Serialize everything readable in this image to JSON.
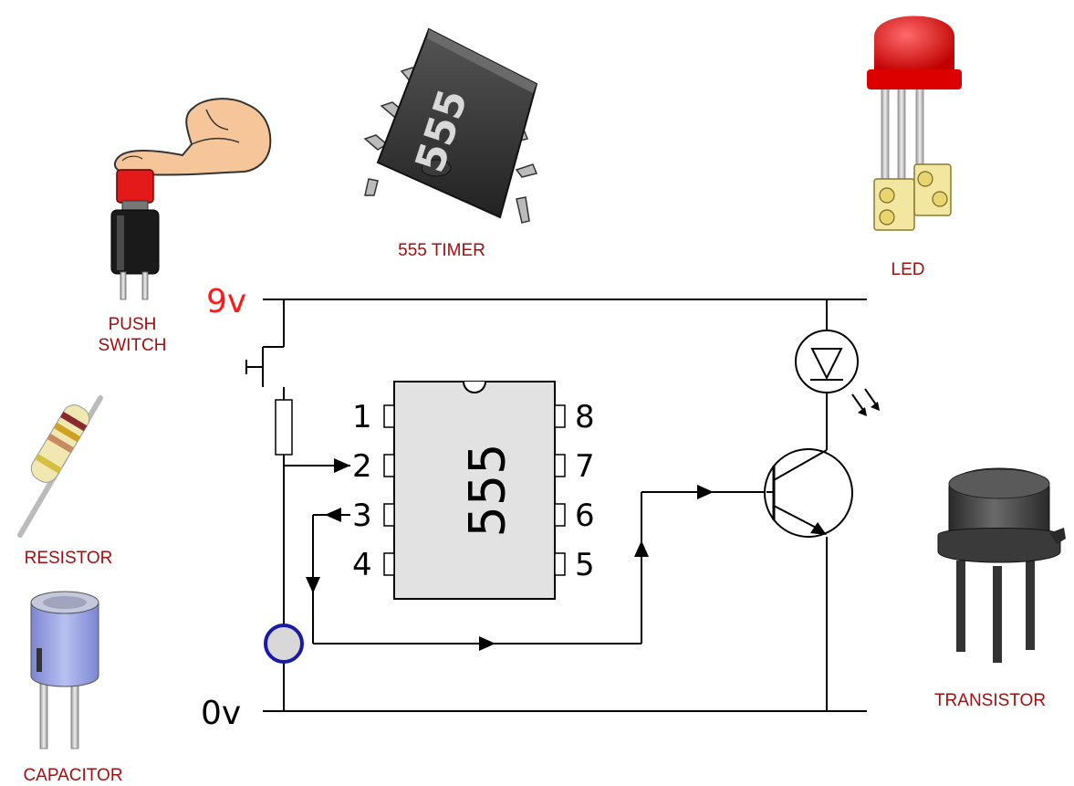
{
  "component_labels": {
    "timer": "555 TIMER",
    "led": "LED",
    "push_switch_line1": "PUSH",
    "push_switch_line2": "SWITCH",
    "resistor": "RESISTOR",
    "capacitor": "CAPACITOR",
    "transistor": "TRANSISTOR"
  },
  "rails": {
    "positive": "9v",
    "ground": "0v"
  },
  "ic": {
    "marking": "555",
    "pins_left": [
      "1",
      "2",
      "3",
      "4"
    ],
    "pins_right": [
      "8",
      "7",
      "6",
      "5"
    ]
  },
  "colors": {
    "label_red": "#a01010",
    "rail_red": "#ff1a1a",
    "ic_fill": "#e2e2e2",
    "capacitor_ring": "#1a1aa8",
    "led_red": "#e01818",
    "capacitor_body": "#9fa8e8"
  }
}
